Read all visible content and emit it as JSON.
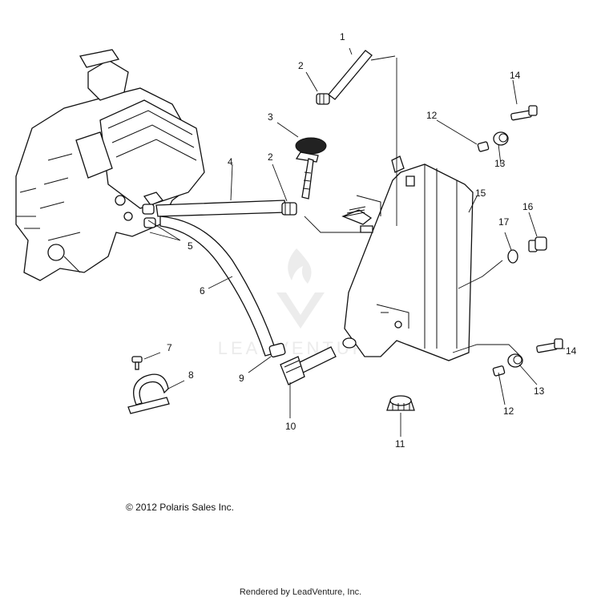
{
  "callouts": [
    "1",
    "2",
    "3",
    "2",
    "4",
    "5",
    "6",
    "7",
    "8",
    "9",
    "10",
    "11",
    "12",
    "13",
    "14",
    "15",
    "16",
    "17",
    "12",
    "13",
    "14"
  ],
  "watermark": {
    "text": "LEADVENTURE"
  },
  "copyright": "© 2012 Polaris Sales Inc.",
  "rendered_by": "Rendered by LeadVenture, Inc."
}
